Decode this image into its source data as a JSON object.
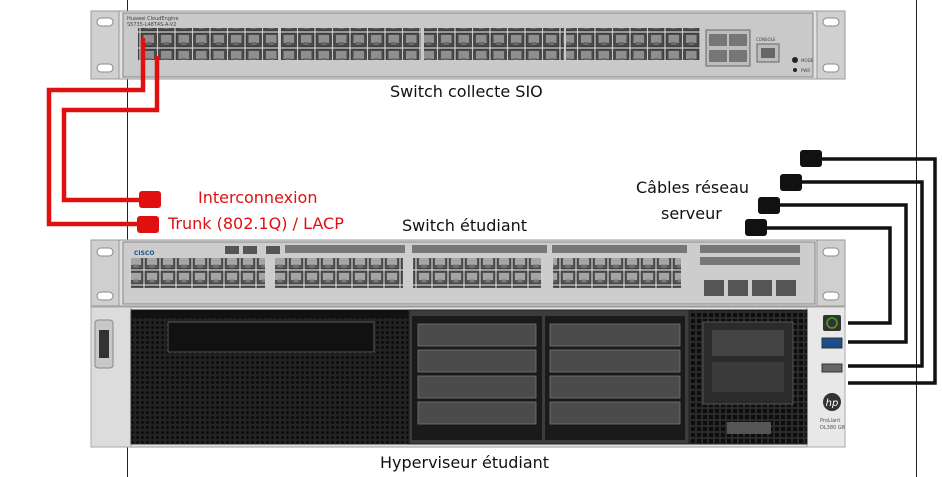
{
  "devices": {
    "collect_switch": {
      "label": "Switch collecte SIO",
      "model_line1": "Huawei CloudEngine",
      "model_line2": "S5735-L48T4S-A-V2",
      "mode_label": "MODE",
      "pwr_label": "PWR",
      "console_label": "CONSOLE"
    },
    "student_switch": {
      "label": "Switch étudiant",
      "brand": "CISCO"
    },
    "hypervisor": {
      "label": "Hyperviseur étudiant",
      "brand_small": "ProLiant",
      "model_small": "DL380 G8",
      "hp_logo": "hp"
    }
  },
  "annotations": {
    "interconnexion": "Interconnexion",
    "trunk": "Trunk (802.1Q) / LACP",
    "server_cables_line1": "Câbles réseau",
    "server_cables_line2": "serveur"
  },
  "colors": {
    "trunk_cable": "#e01010",
    "server_cable": "#111111",
    "chassis": "#d9d9d9",
    "port": "#3a3a3a"
  }
}
